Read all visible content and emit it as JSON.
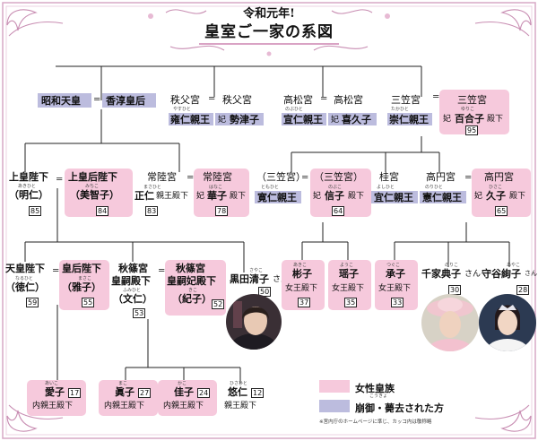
{
  "header": {
    "subtitle": "令和元年!",
    "title": "皇室ご一家の系図"
  },
  "legend": {
    "female_label": "女性皇族",
    "deceased_label": "崩御・薨去された方",
    "deceased_ruby": "こうきょ",
    "note": "※宮内庁のホームページに準じ、カッコ内は敬称略",
    "female_color": "#f6c9dc",
    "deceased_color": "#bcbcde"
  },
  "people": {
    "showa": {
      "name": "昭和天皇"
    },
    "kojun": {
      "name": "香淳皇后"
    },
    "chichibu_title": {
      "name": "秩父宮"
    },
    "chichibu_wife_title": {
      "name": "秩父宮"
    },
    "yasuhito": {
      "name": "雍仁親王",
      "ruby": "やすひと"
    },
    "setsuko": {
      "name": "勢津子",
      "prefix": "妃"
    },
    "takamatsu_title": {
      "name": "高松宮"
    },
    "takamatsu_wife_title": {
      "name": "高松宮"
    },
    "nobuhito": {
      "name": "宣仁親王",
      "ruby": "のぶひと"
    },
    "kikuko": {
      "name": "喜久子",
      "prefix": "妃"
    },
    "mikasa_title": {
      "name": "三笠宮"
    },
    "takahito": {
      "name": "崇仁親王",
      "ruby": "たかひと"
    },
    "mikasa_wife_title": {
      "name": "三笠宮"
    },
    "yuriko": {
      "name": "百合子",
      "prefix": "妃",
      "suffix": "殿下",
      "ruby": "ゆりこ",
      "num": "95"
    },
    "akihito": {
      "title": "上皇陛下",
      "name": "（明仁）",
      "ruby": "あきひと",
      "num": "85"
    },
    "michiko": {
      "title": "上皇后陛下",
      "name": "（美智子）",
      "ruby": "みちこ",
      "num": "84"
    },
    "hitachi_title": {
      "name": "常陸宮"
    },
    "masahito": {
      "name": "正仁",
      "suffix": "親王殿下",
      "ruby": "まさひと",
      "num": "83"
    },
    "hitachi_wife_title": {
      "name": "常陸宮"
    },
    "hanako": {
      "name": "華子",
      "prefix": "妃",
      "suffix": "殿下",
      "ruby": "はなこ",
      "num": "78"
    },
    "mikasa2_title": {
      "name": "（三笠宮）"
    },
    "tomohito": {
      "name": "寛仁親王",
      "ruby": "ともひと"
    },
    "mikasa2_wife_title": {
      "name": "（三笠宮）"
    },
    "nobuko": {
      "name": "信子",
      "prefix": "妃",
      "suffix": "殿下",
      "ruby": "のぶこ",
      "num": "64"
    },
    "katsura_title": {
      "name": "桂宮"
    },
    "yoshihito": {
      "name": "宜仁親王",
      "ruby": "よしひと"
    },
    "takamado_title": {
      "name": "高円宮"
    },
    "norihito": {
      "name": "憲仁親王",
      "ruby": "のりひと"
    },
    "takamado_wife_title": {
      "name": "高円宮"
    },
    "hisako": {
      "name": "久子",
      "prefix": "妃",
      "suffix": "殿下",
      "ruby": "ひさこ",
      "num": "65"
    },
    "naruhito": {
      "title": "天皇陛下",
      "name": "（徳仁）",
      "ruby": "なるひと",
      "num": "59"
    },
    "masako": {
      "title": "皇后陛下",
      "name": "（雅子）",
      "ruby": "まさこ",
      "num": "55"
    },
    "fumihito": {
      "title1": "秋篠宮",
      "title2": "皇嗣殿下",
      "name": "（文仁）",
      "ruby": "ふみひと",
      "num": "53"
    },
    "kiko": {
      "title1": "秋篠宮",
      "title2": "皇嗣妃殿下",
      "name": "（紀子）",
      "ruby": "きこ",
      "num": "52"
    },
    "sayako": {
      "name": "黒田清子",
      "suffix": "さん",
      "ruby": "さやこ",
      "num": "50"
    },
    "akiko": {
      "name": "彬子",
      "title": "女王殿下",
      "ruby": "あきこ",
      "num": "37"
    },
    "yoko": {
      "name": "瑶子",
      "title": "女王殿下",
      "ruby": "ようこ",
      "num": "35"
    },
    "tsuguko": {
      "name": "承子",
      "title": "女王殿下",
      "ruby": "つぐこ",
      "num": "33"
    },
    "noriko": {
      "name": "千家典子",
      "suffix": "さん",
      "ruby": "のりこ",
      "num": "30"
    },
    "ayako": {
      "name": "守谷絢子",
      "suffix": "さん",
      "ruby": "あやこ",
      "num": "28"
    },
    "aiko": {
      "name": "愛子",
      "title": "内親王殿下",
      "ruby": "あいこ",
      "num": "17"
    },
    "mako": {
      "name": "眞子",
      "title": "内親王殿下",
      "ruby": "まこ",
      "num": "27"
    },
    "kako": {
      "name": "佳子",
      "title": "内親王殿下",
      "ruby": "かこ",
      "num": "24"
    },
    "hisahito": {
      "name": "悠仁",
      "title": "親王殿下",
      "ruby": "ひさひと",
      "num": "12"
    }
  }
}
